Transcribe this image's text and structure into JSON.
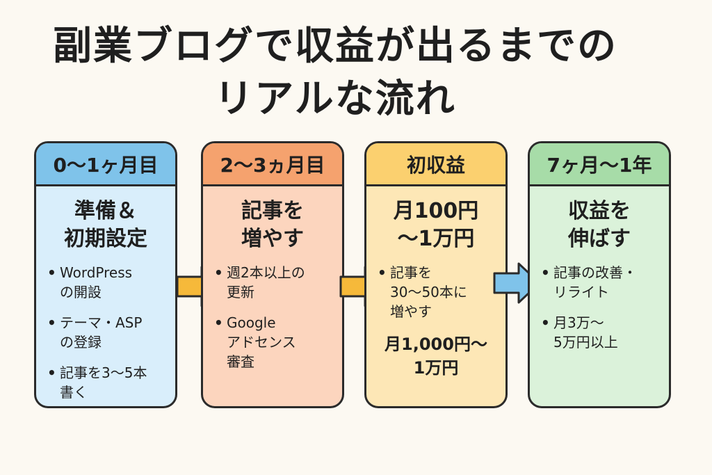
{
  "title": {
    "line1": "副業ブログで収益が出るまでの",
    "line2": "リアルな流れ"
  },
  "stages": [
    {
      "header": "0〜1ヶ月目",
      "heading": [
        "準備＆",
        "初期設定"
      ],
      "bullets": [
        "WordPress\nの開設",
        "テーマ・ASP\nの登録",
        "記事を3〜5本\n書く"
      ],
      "note": ""
    },
    {
      "header": "2〜3ヵ月目",
      "heading": [
        "記事を",
        "増やす"
      ],
      "bullets": [
        "週2本以上の\n更新",
        "Google\nアドセンス\n審査"
      ],
      "note": ""
    },
    {
      "header": "初収益",
      "heading": [
        "月100円",
        "〜1万円"
      ],
      "bullets": [
        "記事を\n30〜50本に\n増やす"
      ],
      "note": "月1,000円〜\n1万円"
    },
    {
      "header": "7ヶ月〜1年",
      "heading": [
        "収益を",
        "伸ばす"
      ],
      "bullets": [
        "記事の改善・\nリライト",
        "月3万〜\n5万円以上"
      ],
      "note": ""
    }
  ],
  "colors": {
    "arrow_orange": "#f6b93a",
    "arrow_blue": "#7fc3ea",
    "outline": "#2b2b2b"
  },
  "icons": [
    "arrow-right-icon",
    "arrow-right-icon",
    "arrow-right-icon"
  ]
}
